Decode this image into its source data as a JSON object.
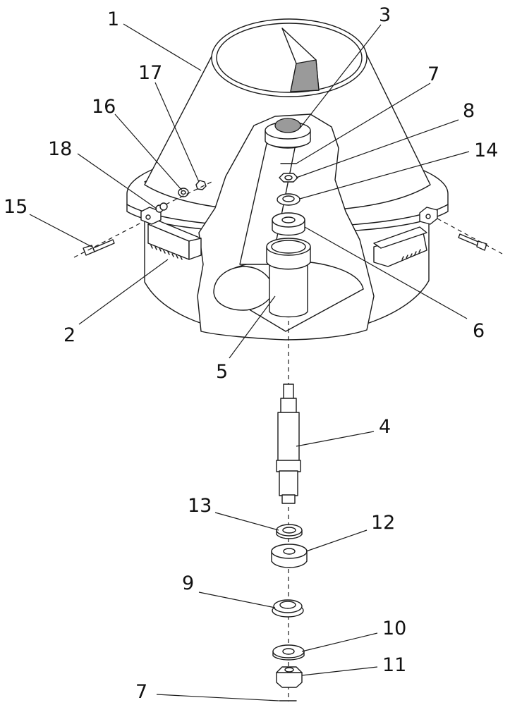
{
  "callouts": [
    {
      "id": "c1",
      "text": "1"
    },
    {
      "id": "c2",
      "text": "2"
    },
    {
      "id": "c3",
      "text": "3"
    },
    {
      "id": "c4",
      "text": "4"
    },
    {
      "id": "c5",
      "text": "5"
    },
    {
      "id": "c6",
      "text": "6"
    },
    {
      "id": "c7a",
      "text": "7"
    },
    {
      "id": "c7b",
      "text": "7"
    },
    {
      "id": "c8",
      "text": "8"
    },
    {
      "id": "c9",
      "text": "9"
    },
    {
      "id": "c10",
      "text": "10"
    },
    {
      "id": "c11",
      "text": "11"
    },
    {
      "id": "c12",
      "text": "12"
    },
    {
      "id": "c13",
      "text": "13"
    },
    {
      "id": "c14",
      "text": "14"
    },
    {
      "id": "c15",
      "text": "15"
    },
    {
      "id": "c16",
      "text": "16"
    },
    {
      "id": "c17",
      "text": "17"
    },
    {
      "id": "c18",
      "text": "18"
    }
  ]
}
